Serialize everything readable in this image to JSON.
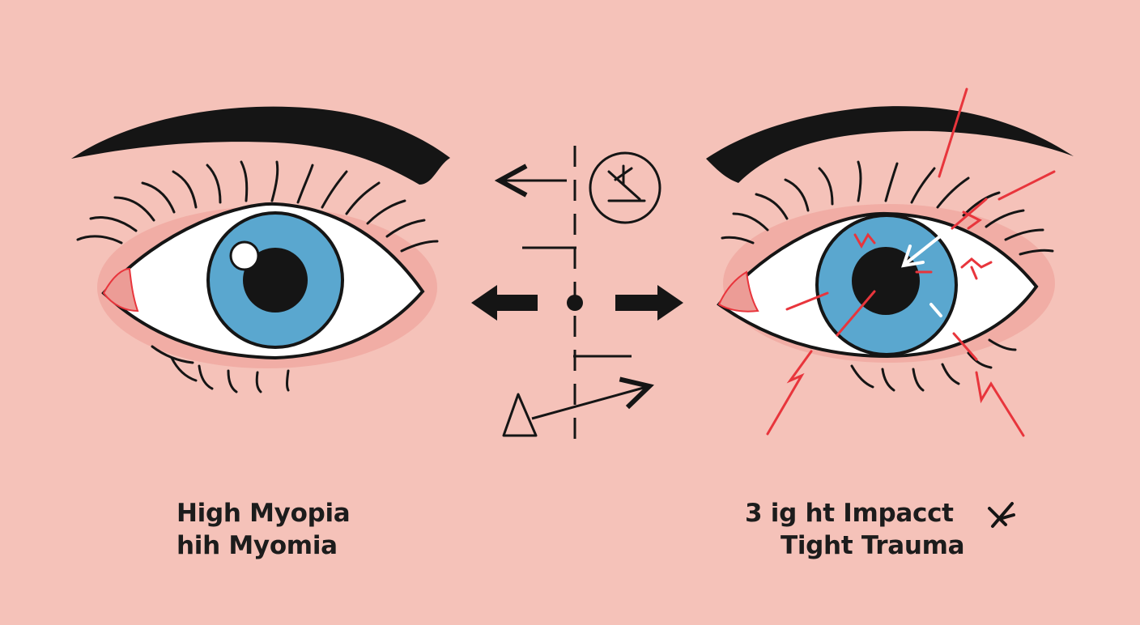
{
  "left_caption": {
    "line1": "High Myopia",
    "line2": "hih Myomia"
  },
  "right_caption": {
    "line1": "3 ig ht Impacct",
    "line2": "Tight Trauma"
  },
  "colors": {
    "background": "#f5c2b9",
    "iris": "#5aa7cf",
    "ink": "#151515",
    "eyelid_blush": "#ec9c96",
    "damage_red": "#e8353c"
  },
  "icons": {
    "left_eye": "eye-icon",
    "right_eye": "injured-eye-icon",
    "top_symbol": "no-sun-icon",
    "bottom_symbol": "triangle-icon",
    "caption_mark": "cross-mark-icon"
  }
}
